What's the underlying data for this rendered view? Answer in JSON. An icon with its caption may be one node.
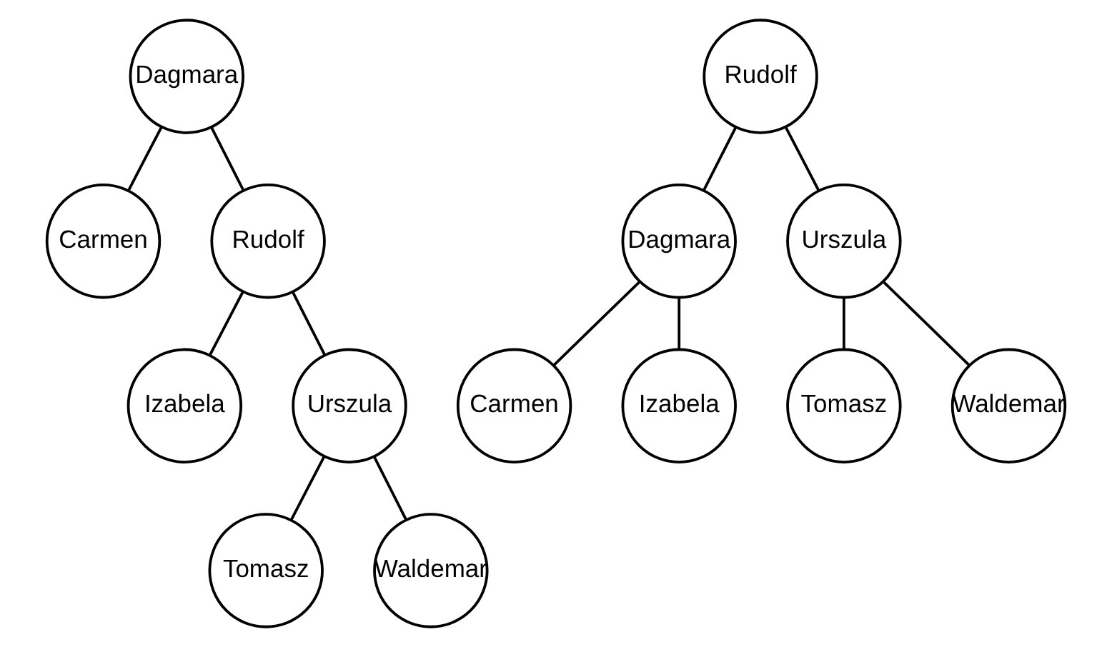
{
  "diagram": {
    "nodes": [
      {
        "text": [
          "Dagmara"
        ]
      },
      {
        "text": [
          "Carmen"
        ]
      },
      {
        "text": [
          "Rudolf"
        ]
      },
      {
        "text": [
          "Izabela"
        ]
      },
      {
        "text": [
          "Urszula"
        ]
      },
      {
        "text": [
          "Tomasz"
        ]
      },
      {
        "text": [
          "Waldemar"
        ]
      },
      {
        "text": [
          "Rudolf"
        ]
      },
      {
        "text": [
          "Dagmara"
        ]
      },
      {
        "text": [
          "Urszula"
        ]
      },
      {
        "text": [
          "Carmen"
        ]
      },
      {
        "text": [
          "Izabela"
        ]
      },
      {
        "text": [
          "Tomasz"
        ]
      },
      {
        "text": [
          "Waldemar"
        ]
      }
    ],
    "edges": [
      {
        "from": 0,
        "to": 1,
        "arrow": "none"
      },
      {
        "from": 0,
        "to": 2,
        "arrow": "none"
      },
      {
        "from": 2,
        "to": 3,
        "arrow": "none"
      },
      {
        "from": 2,
        "to": 4,
        "arrow": "none"
      },
      {
        "from": 4,
        "to": 5,
        "arrow": "none"
      },
      {
        "from": 4,
        "to": 6,
        "arrow": "none"
      },
      {
        "from": 7,
        "to": 8,
        "arrow": "none"
      },
      {
        "from": 7,
        "to": 9,
        "arrow": "none"
      },
      {
        "from": 8,
        "to": 10,
        "arrow": "none"
      },
      {
        "from": 8,
        "to": 11,
        "arrow": "none"
      },
      {
        "from": 9,
        "to": 12,
        "arrow": "none"
      },
      {
        "from": 9,
        "to": 13,
        "arrow": "none"
      }
    ]
  }
}
